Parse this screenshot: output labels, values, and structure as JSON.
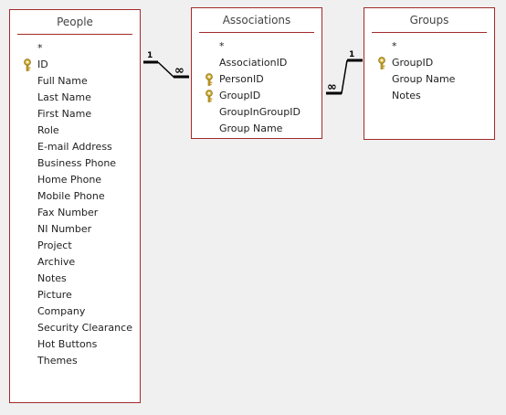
{
  "tables": [
    {
      "id": "people",
      "title": "People",
      "fields": [
        {
          "label": "*",
          "key": false
        },
        {
          "label": "ID",
          "key": true
        },
        {
          "label": "Full Name",
          "key": false
        },
        {
          "label": "Last Name",
          "key": false
        },
        {
          "label": "First Name",
          "key": false
        },
        {
          "label": "Role",
          "key": false
        },
        {
          "label": "E-mail Address",
          "key": false
        },
        {
          "label": "Business Phone",
          "key": false
        },
        {
          "label": "Home Phone",
          "key": false
        },
        {
          "label": "Mobile Phone",
          "key": false
        },
        {
          "label": "Fax Number",
          "key": false
        },
        {
          "label": "NI Number",
          "key": false
        },
        {
          "label": "Project",
          "key": false
        },
        {
          "label": "Archive",
          "key": false
        },
        {
          "label": "Notes",
          "key": false
        },
        {
          "label": "Picture",
          "key": false
        },
        {
          "label": "Company",
          "key": false
        },
        {
          "label": "Security Clearance",
          "key": false
        },
        {
          "label": "Hot Buttons",
          "key": false
        },
        {
          "label": "Themes",
          "key": false
        }
      ]
    },
    {
      "id": "associations",
      "title": "Associations",
      "fields": [
        {
          "label": "*",
          "key": false
        },
        {
          "label": "AssociationID",
          "key": false
        },
        {
          "label": "PersonID",
          "key": true
        },
        {
          "label": "GroupID",
          "key": true
        },
        {
          "label": "GroupInGroupID",
          "key": false
        },
        {
          "label": "Group Name",
          "key": false
        }
      ]
    },
    {
      "id": "groups",
      "title": "Groups",
      "fields": [
        {
          "label": "*",
          "key": false
        },
        {
          "label": "GroupID",
          "key": true
        },
        {
          "label": "Group Name",
          "key": false
        },
        {
          "label": "Notes",
          "key": false
        }
      ]
    }
  ],
  "relationships": [
    {
      "from": "People",
      "to": "Associations",
      "one_label": "1",
      "many_label": "∞"
    },
    {
      "from": "Groups",
      "to": "Associations",
      "one_label": "1",
      "many_label": "∞"
    }
  ],
  "colors": {
    "background": "#f0f0f0",
    "table_border": "#a22a2a",
    "key_icon": "#c9a227",
    "line": "#000000"
  }
}
